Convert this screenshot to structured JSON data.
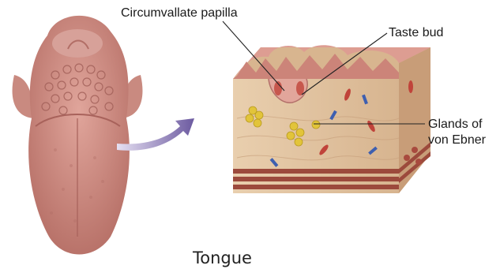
{
  "labels": {
    "circumvallate": "Circumvallate papilla",
    "taste_bud": "Taste bud",
    "glands_line1": "Glands of",
    "glands_line2": "von Ebner"
  },
  "caption": "Tongue",
  "colors": {
    "tongue": "#cf8f86",
    "tongue_dark": "#b76e66",
    "tissue": "#e8c9a8",
    "mucosa": "#d98f86",
    "arrow": "#7a6aa8",
    "gland": "#e2c43a",
    "muscle": "#9c4a3c",
    "leader_line": "#222222"
  }
}
